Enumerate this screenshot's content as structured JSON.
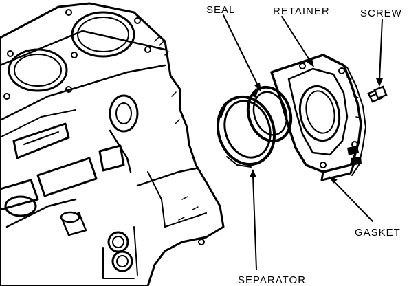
{
  "labels": {
    "seal": "SEAL",
    "retainer": "RETAINER",
    "screw": "SCREW",
    "gasket": "GASKET",
    "separator": "SEPARATOR"
  },
  "colors": {
    "ink": "#000000",
    "paper": "#ffffff"
  }
}
